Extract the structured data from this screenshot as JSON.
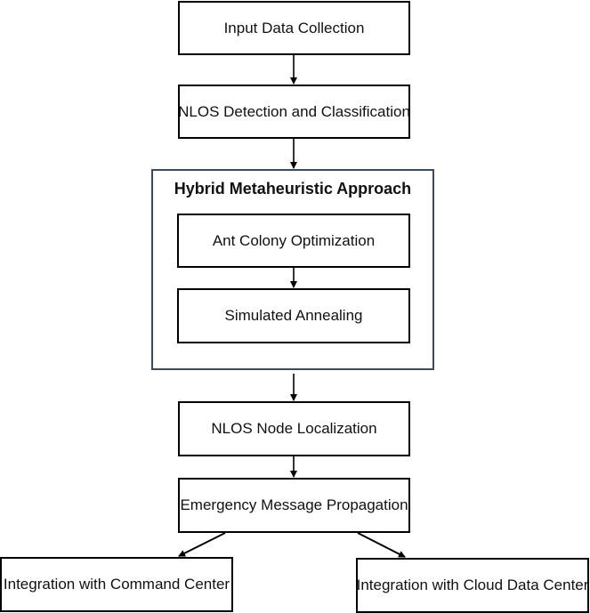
{
  "nodes": {
    "input_data": "Input Data Collection",
    "nlos_detection": "NLOS Detection and Classification",
    "hybrid_title": "Hybrid Metaheuristic Approach",
    "aco": "Ant Colony Optimization",
    "sa": "Simulated Annealing",
    "localization": "NLOS Node Localization",
    "emergency": "Emergency Message Propagation",
    "command_center": "Integration with Command Center",
    "cloud_center": "Integration with Cloud Data Center"
  }
}
